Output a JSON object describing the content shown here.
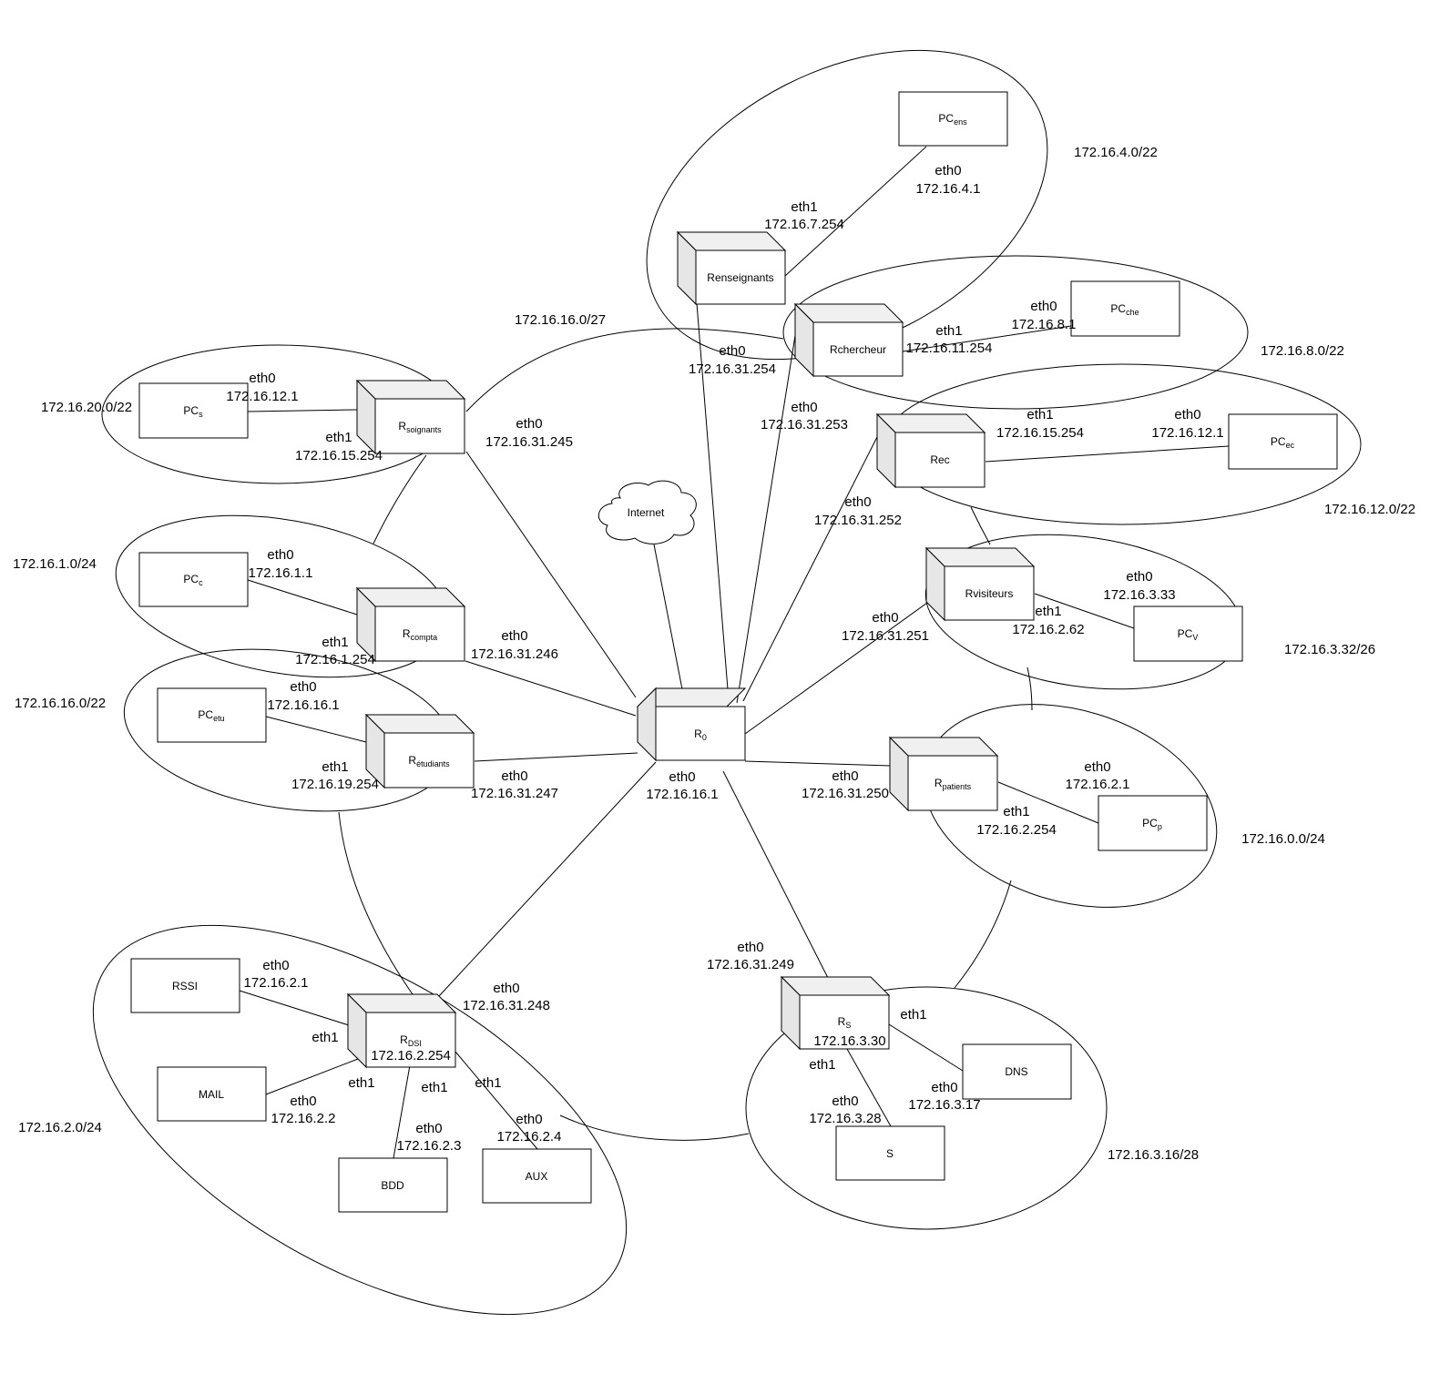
{
  "routers": {
    "r0": {
      "base": "R",
      "sub": "0"
    },
    "soignants": {
      "base": "R",
      "sub": "soignants"
    },
    "compta": {
      "base": "R",
      "sub": "compta"
    },
    "etudiants": {
      "base": "R",
      "sub": "étudiants"
    },
    "dsi": {
      "base": "R",
      "sub": "DSI",
      "extra": "172.16.2.254"
    },
    "s": {
      "base": "R",
      "sub": "S",
      "extra": "172.16.3.30"
    },
    "patients": {
      "base": "R",
      "sub": "patients"
    },
    "visiteurs": {
      "base": "Rvisiteurs",
      "sub": ""
    },
    "rec": {
      "base": "Rec",
      "sub": ""
    },
    "chercheur": {
      "base": "Rchercheur",
      "sub": ""
    },
    "enseignants": {
      "base": "Renseignants",
      "sub": ""
    }
  },
  "hosts": {
    "pc_ens": {
      "base": "PC",
      "sub": "ens"
    },
    "pc_che": {
      "base": "PC",
      "sub": "che"
    },
    "pc_ec": {
      "base": "PC",
      "sub": "ec"
    },
    "pc_v": {
      "base": "PC",
      "sub": "V"
    },
    "pc_p": {
      "base": "PC",
      "sub": "p"
    },
    "pc_s": {
      "base": "PC",
      "sub": "s"
    },
    "pc_c": {
      "base": "PC",
      "sub": "c"
    },
    "pc_etu": {
      "base": "PC",
      "sub": "etu"
    },
    "rssi": {
      "base": "RSSI",
      "sub": ""
    },
    "mail": {
      "base": "MAIL",
      "sub": ""
    },
    "bdd": {
      "base": "BDD",
      "sub": ""
    },
    "aux": {
      "base": "AUX",
      "sub": ""
    },
    "dns": {
      "base": "DNS",
      "sub": ""
    },
    "s": {
      "base": "S",
      "sub": ""
    }
  },
  "cloud_label": "Internet",
  "networks": [
    "172.16.4.0/22",
    "172.16.8.0/22",
    "172.16.12.0/22",
    "172.16.3.32/26",
    "172.16.0.0/24",
    "172.16.3.16/28",
    "172.16.2.0/24",
    "172.16.16.0/22",
    "172.16.1.0/24",
    "172.16.20.0/22",
    "172.16.16.0/27"
  ],
  "interfaces": [
    {
      "name": "eth0",
      "ip": "172.16.4.1"
    },
    {
      "name": "eth1",
      "ip": "172.16.7.254"
    },
    {
      "name": "eth0",
      "ip": "172.16.8.1"
    },
    {
      "name": "eth1",
      "ip": "172.16.11.254"
    },
    {
      "name": "eth0",
      "ip": "172.16.31.254"
    },
    {
      "name": "eth0",
      "ip": "172.16.31.253"
    },
    {
      "name": "eth1",
      "ip": "172.16.15.254"
    },
    {
      "name": "eth0",
      "ip": "172.16.12.1"
    },
    {
      "name": "eth0",
      "ip": "172.16.31.252"
    },
    {
      "name": "eth0",
      "ip": "172.16.3.33"
    },
    {
      "name": "eth1",
      "ip": "172.16.2.62"
    },
    {
      "name": "eth0",
      "ip": "172.16.31.251"
    },
    {
      "name": "eth0",
      "ip": "172.16.2.1"
    },
    {
      "name": "eth1",
      "ip": "172.16.2.254"
    },
    {
      "name": "eth0",
      "ip": "172.16.31.250"
    },
    {
      "name": "eth0",
      "ip": "172.16.16.1"
    },
    {
      "name": "eth0",
      "ip": "172.16.31.249"
    },
    {
      "name": "eth0",
      "ip": "172.16.3.17"
    },
    {
      "name": "eth0",
      "ip": "172.16.3.28"
    },
    {
      "name": "eth0",
      "ip": "172.16.31.245"
    },
    {
      "name": "eth0",
      "ip": "172.16.12.1"
    },
    {
      "name": "eth1",
      "ip": "172.16.15.254"
    },
    {
      "name": "eth0",
      "ip": "172.16.1.1"
    },
    {
      "name": "eth1",
      "ip": "172.16.1.254"
    },
    {
      "name": "eth0",
      "ip": "172.16.31.246"
    },
    {
      "name": "eth0",
      "ip": "172.16.16.1"
    },
    {
      "name": "eth1",
      "ip": "172.16.19.254"
    },
    {
      "name": "eth0",
      "ip": "172.16.31.247"
    },
    {
      "name": "eth0",
      "ip": "172.16.2.1"
    },
    {
      "name": "eth0",
      "ip": "172.16.2.2"
    },
    {
      "name": "eth0",
      "ip": "172.16.2.3"
    },
    {
      "name": "eth0",
      "ip": "172.16.2.4"
    },
    {
      "name": "eth0",
      "ip": "172.16.31.248"
    }
  ],
  "single_labels": [
    "eth1",
    "eth1",
    "eth1",
    "eth1",
    "eth1",
    "eth1"
  ]
}
